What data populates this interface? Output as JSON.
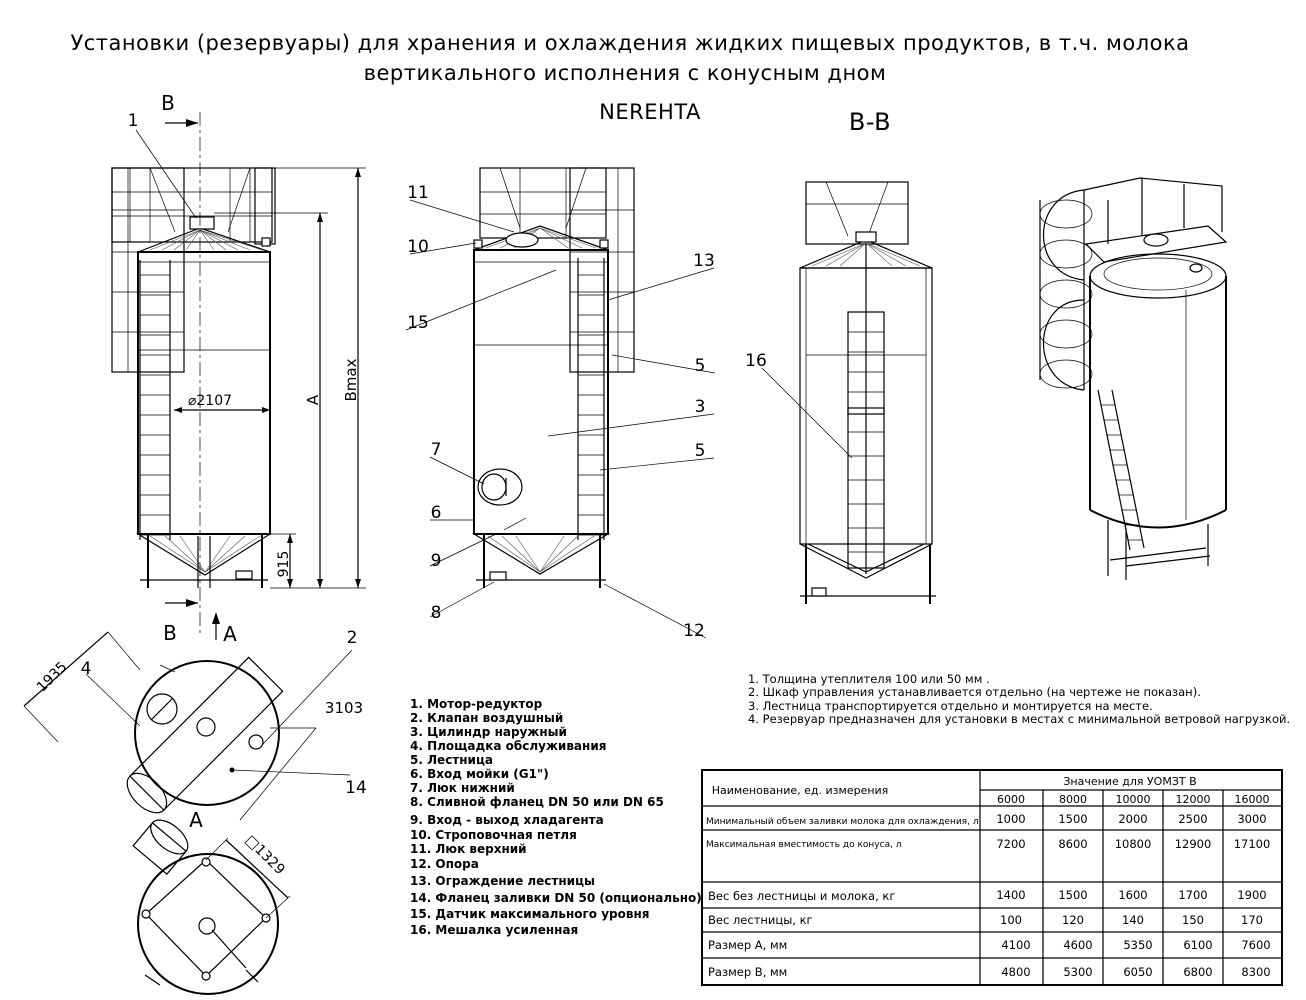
{
  "title": {
    "line1": "Установки (резервуары) для хранения и охлаждения жидких пищевых продуктов, в т.ч. молока",
    "line2": "вертикального исполнения с конусным дном",
    "brand": "NEREHTA",
    "section": "B-B"
  },
  "dims": {
    "diameter": "⌀2107",
    "a": "A",
    "bmax": "Bmax",
    "d915": "915",
    "d1935": "1935",
    "d3103": "3103",
    "d1329": "□1329"
  },
  "view_marks": {
    "b_top": "B",
    "b_bottom": "B",
    "a_arrow": "A",
    "a_plan": "A"
  },
  "callouts": {
    "c1": "1",
    "c2": "2",
    "c3": "3",
    "c4": "4",
    "c5a": "5",
    "c5b": "5",
    "c6": "6",
    "c7": "7",
    "c8": "8",
    "c9": "9",
    "c10": "10",
    "c11": "11",
    "c12": "12",
    "c13": "13",
    "c14": "14",
    "c15": "15",
    "c16": "16"
  },
  "legend": [
    "1. Мотор-редуктор",
    "2. Клапан воздушный",
    "3. Цилиндр наружный",
    "4. Площадка обслуживания",
    "5. Лестница",
    "6. Вход мойки (G1\")",
    "7. Люк нижний",
    "8. Сливной фланец DN 50 или DN 65",
    "9. Вход - выход хладагента",
    "10. Строповочная петля",
    "11. Люк верхний",
    "12. Опора",
    "13. Ограждение лестницы",
    "14. Фланец заливки DN 50 (опционально)",
    "15. Датчик максимального уровня",
    "16. Мешалка усиленная"
  ],
  "notes": [
    "1. Толщина утеплителя 100 или 50 мм .",
    "2. Шкаф управления устанавливается отдельно (на чертеже не показан).",
    "3. Лестница транспортируется отдельно и монтируется на месте.",
    "4. Резервуар предназначен для установки в местах с минимальной ветровой нагрузкой."
  ],
  "table": {
    "header_name": "Наименование, ед. измерения",
    "header_value": "Значение для УОМЗТ В",
    "models": [
      "6000",
      "8000",
      "10000",
      "12000",
      "16000"
    ],
    "rows": [
      {
        "label": "Минимальный объем заливки молока для охлаждения, л",
        "values": [
          "1000",
          "1500",
          "2000",
          "2500",
          "3000"
        ]
      },
      {
        "label": "Максимальная вместимость до конуса, л",
        "values": [
          "7200",
          "8600",
          "10800",
          "12900",
          "17100"
        ]
      },
      {
        "label": "Вес без лестницы и молока, кг",
        "values": [
          "1400",
          "1500",
          "1600",
          "1700",
          "1900"
        ]
      },
      {
        "label": "Вес лестницы, кг",
        "values": [
          "100",
          "120",
          "140",
          "150",
          "170"
        ]
      },
      {
        "label": "Размер A, мм",
        "values": [
          "4100",
          "4600",
          "5350",
          "6100",
          "7600"
        ]
      },
      {
        "label": "Размер B, мм",
        "values": [
          "4800",
          "5300",
          "6050",
          "6800",
          "8300"
        ]
      }
    ]
  }
}
